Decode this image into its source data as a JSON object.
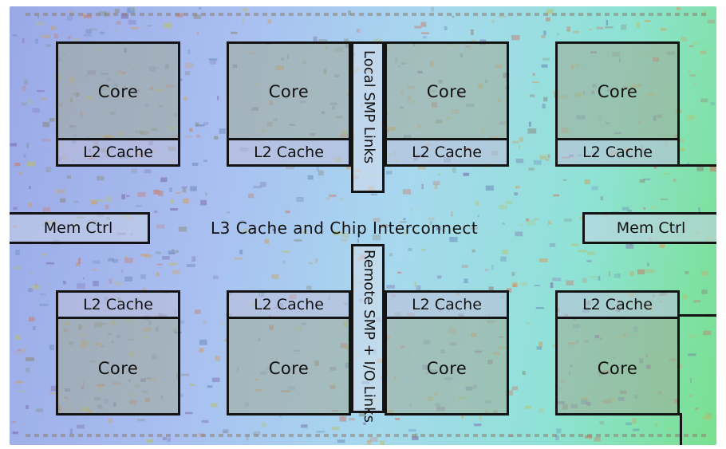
{
  "diagram": {
    "cores": [
      "Core",
      "Core",
      "Core",
      "Core",
      "Core",
      "Core",
      "Core",
      "Core"
    ],
    "l2_caches": [
      "L2 Cache",
      "L2 Cache",
      "L2 Cache",
      "L2 Cache",
      "L2 Cache",
      "L2 Cache",
      "L2 Cache",
      "L2 Cache"
    ],
    "mem_ctrl_left": "Mem Ctrl",
    "mem_ctrl_right": "Mem Ctrl",
    "l3_interconnect": "L3 Cache and Chip Interconnect",
    "local_smp_links": "Local SMP Links",
    "remote_smp_links": "Remote SMP + I/O Links"
  },
  "colors": {
    "outline": "#141414",
    "die_left": "#9aa9e6",
    "die_right": "#79e08f"
  }
}
